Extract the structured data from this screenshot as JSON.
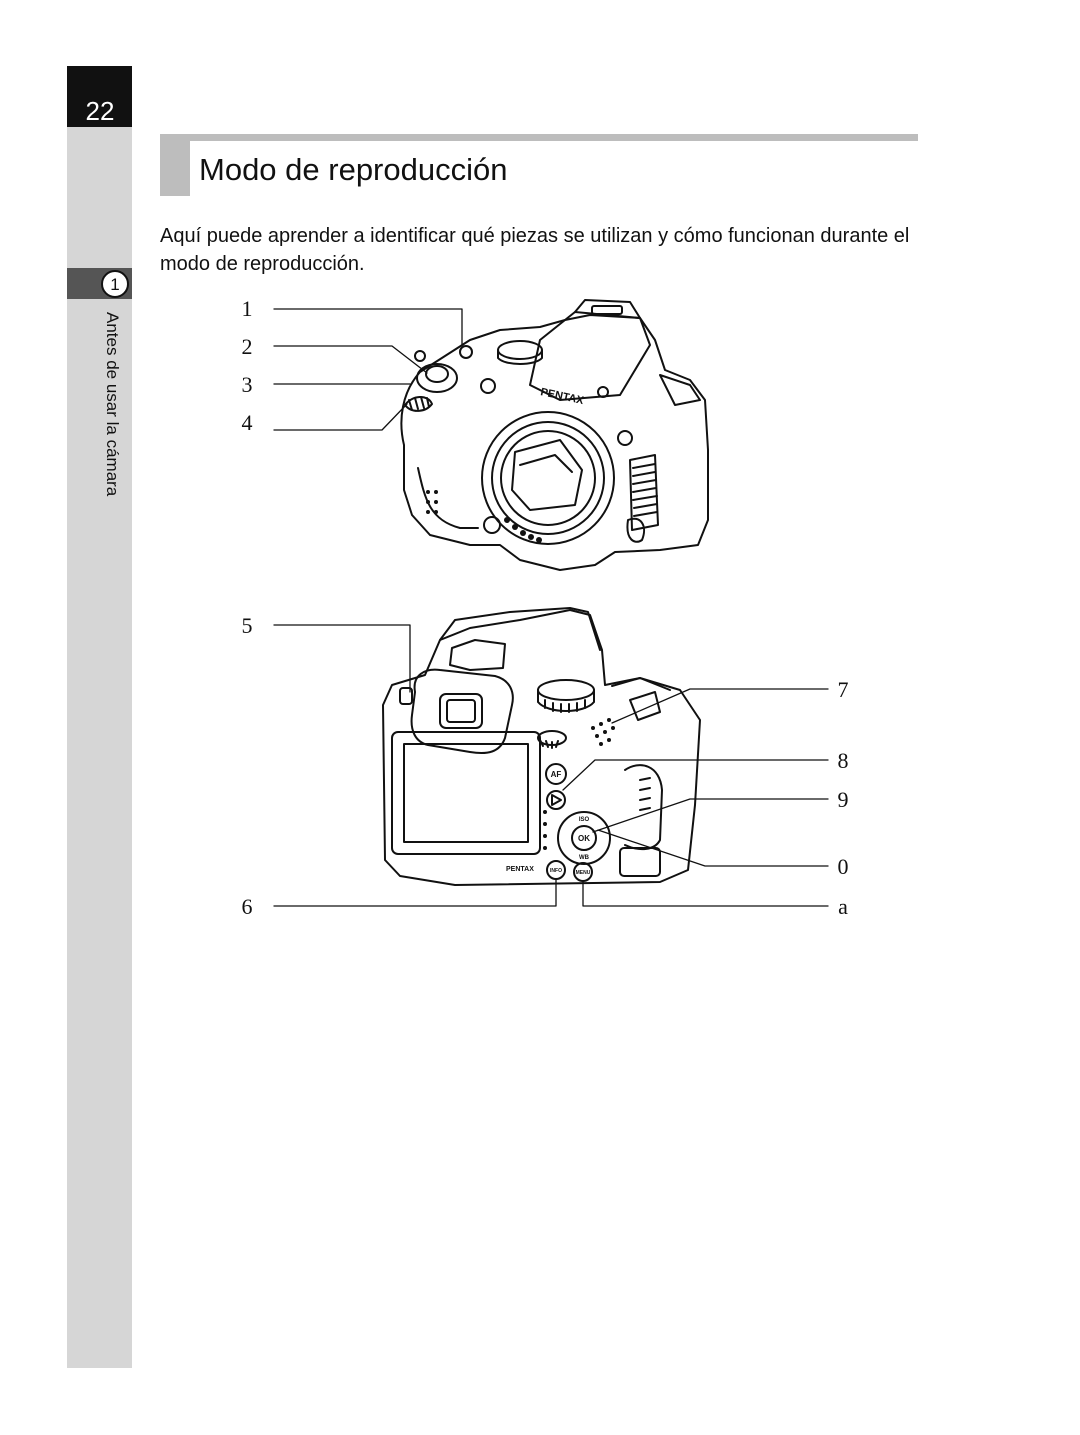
{
  "page": {
    "number": "22",
    "chapter_number": "1",
    "chapter_title": "Antes de usar la cámara"
  },
  "section": {
    "title": "Modo de reproducción",
    "intro": "Aquí puede aprender a identificar qué piezas se utilizan y cómo funcionan durante el modo de reproducción."
  },
  "figure_front": {
    "brand_label": "PENTAX",
    "callouts": [
      "1",
      "2",
      "3",
      "4"
    ]
  },
  "figure_back": {
    "brand_label": "PENTAX",
    "button_labels": {
      "af": "AF",
      "iso": "ISO",
      "ok": "OK",
      "wb": "WB",
      "info": "INFO",
      "menu": "MENU"
    },
    "callouts_left": [
      "5",
      "6"
    ],
    "callouts_right": [
      "7",
      "8",
      "9",
      "0",
      "a"
    ]
  }
}
